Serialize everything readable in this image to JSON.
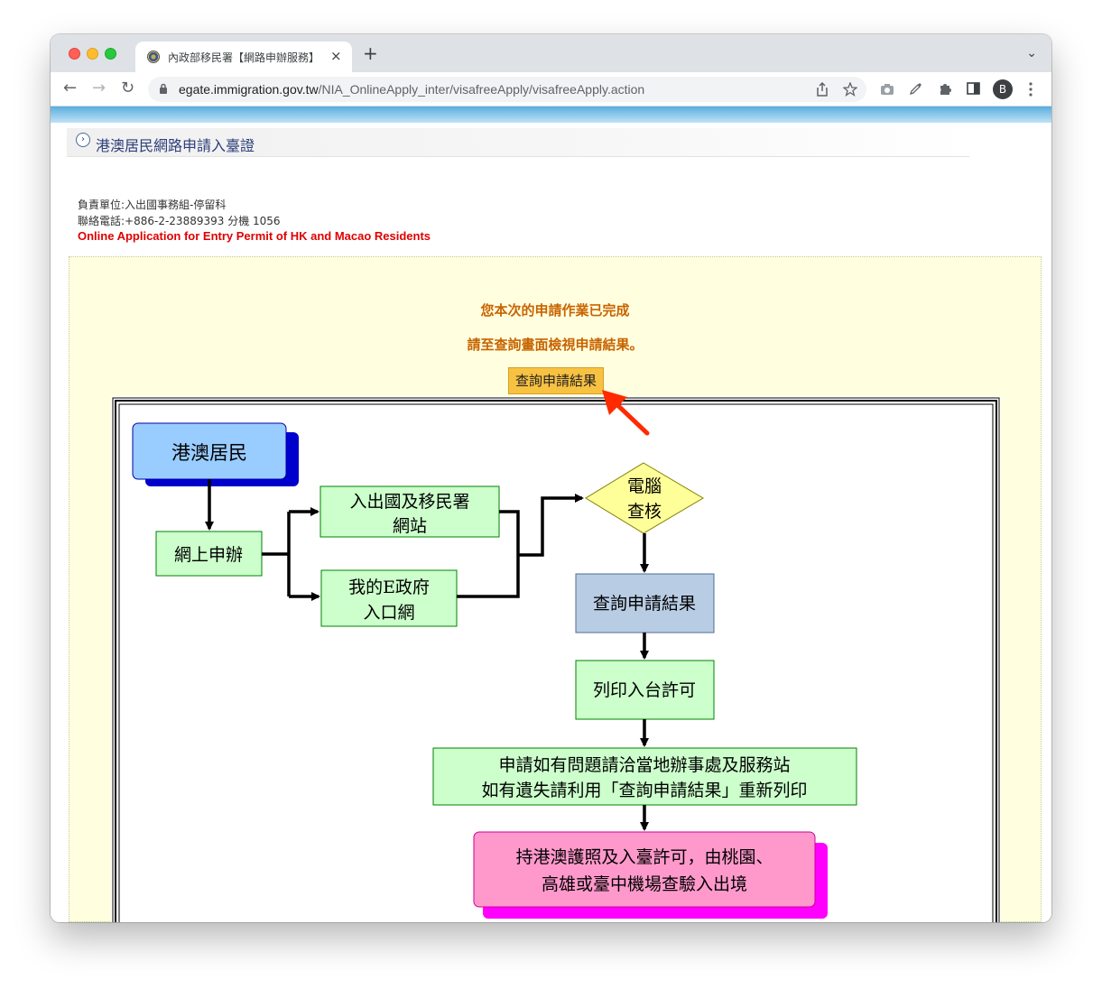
{
  "browser": {
    "tab": {
      "title": "內政部移民署【網路申辦服務】",
      "close": "×"
    },
    "new_tab": "+",
    "tab_list": "⌄",
    "nav": {
      "back": "←",
      "forward": "→",
      "reload": "↻"
    },
    "url": {
      "host": "egate.immigration.gov.tw",
      "path": "/NIA_OnlineApply_inter/visafreeApply/visafreeApply.action"
    },
    "profile_initial": "B"
  },
  "page": {
    "heading": "港澳居民網路申請入臺證",
    "responsible_unit": "負責單位:入出國事務組-停留科",
    "phone": "聯絡電話:+886-2-23889393 分機 1056",
    "english_title": "Online Application for Entry Permit of HK and Macao Residents",
    "completed_message": "您本次的申請作業已完成",
    "check_result_message": "請至查詢畫面檢視申請結果。",
    "query_button": "查詢申請結果"
  },
  "flowchart": {
    "start": "港澳居民",
    "apply_online": "網上申辦",
    "nia_site_line1": "入出國及移民署",
    "nia_site_line2": "網站",
    "egov_line1": "我的E政府",
    "egov_line2": "入口網",
    "computer_check_line1": "電腦",
    "computer_check_line2": "查核",
    "query_result": "查詢申請結果",
    "print_permit": "列印入台許可",
    "note_line1": "申請如有問題請洽當地辦事處及服務站",
    "note_line2": "如有遺失請利用「查詢申請結果」重新列印",
    "final_line1": "持港澳護照及入臺許可，由桃園、",
    "final_line2": "高雄或臺中機場查驗入出境"
  },
  "colors": {
    "start_fill": "#99ccff",
    "start_shadow": "#0000cc",
    "green_fill": "#ccffcc",
    "diamond_fill": "#ffff99",
    "query_fill": "#b8cce4",
    "final_fill": "#ff99cc",
    "final_shadow": "#ff00ff",
    "message": "#c86400",
    "button": "#f7c142",
    "alert_red": "#e00000"
  },
  "icons": {
    "heading": "circle-chevron-right-icon",
    "share": "share-icon",
    "bookmark": "star-icon",
    "camera": "camera-icon",
    "eyedropper": "eyedropper-icon",
    "extensions": "puzzle-icon",
    "sidepanel": "side-panel-icon",
    "menu": "kebab-menu-icon"
  }
}
